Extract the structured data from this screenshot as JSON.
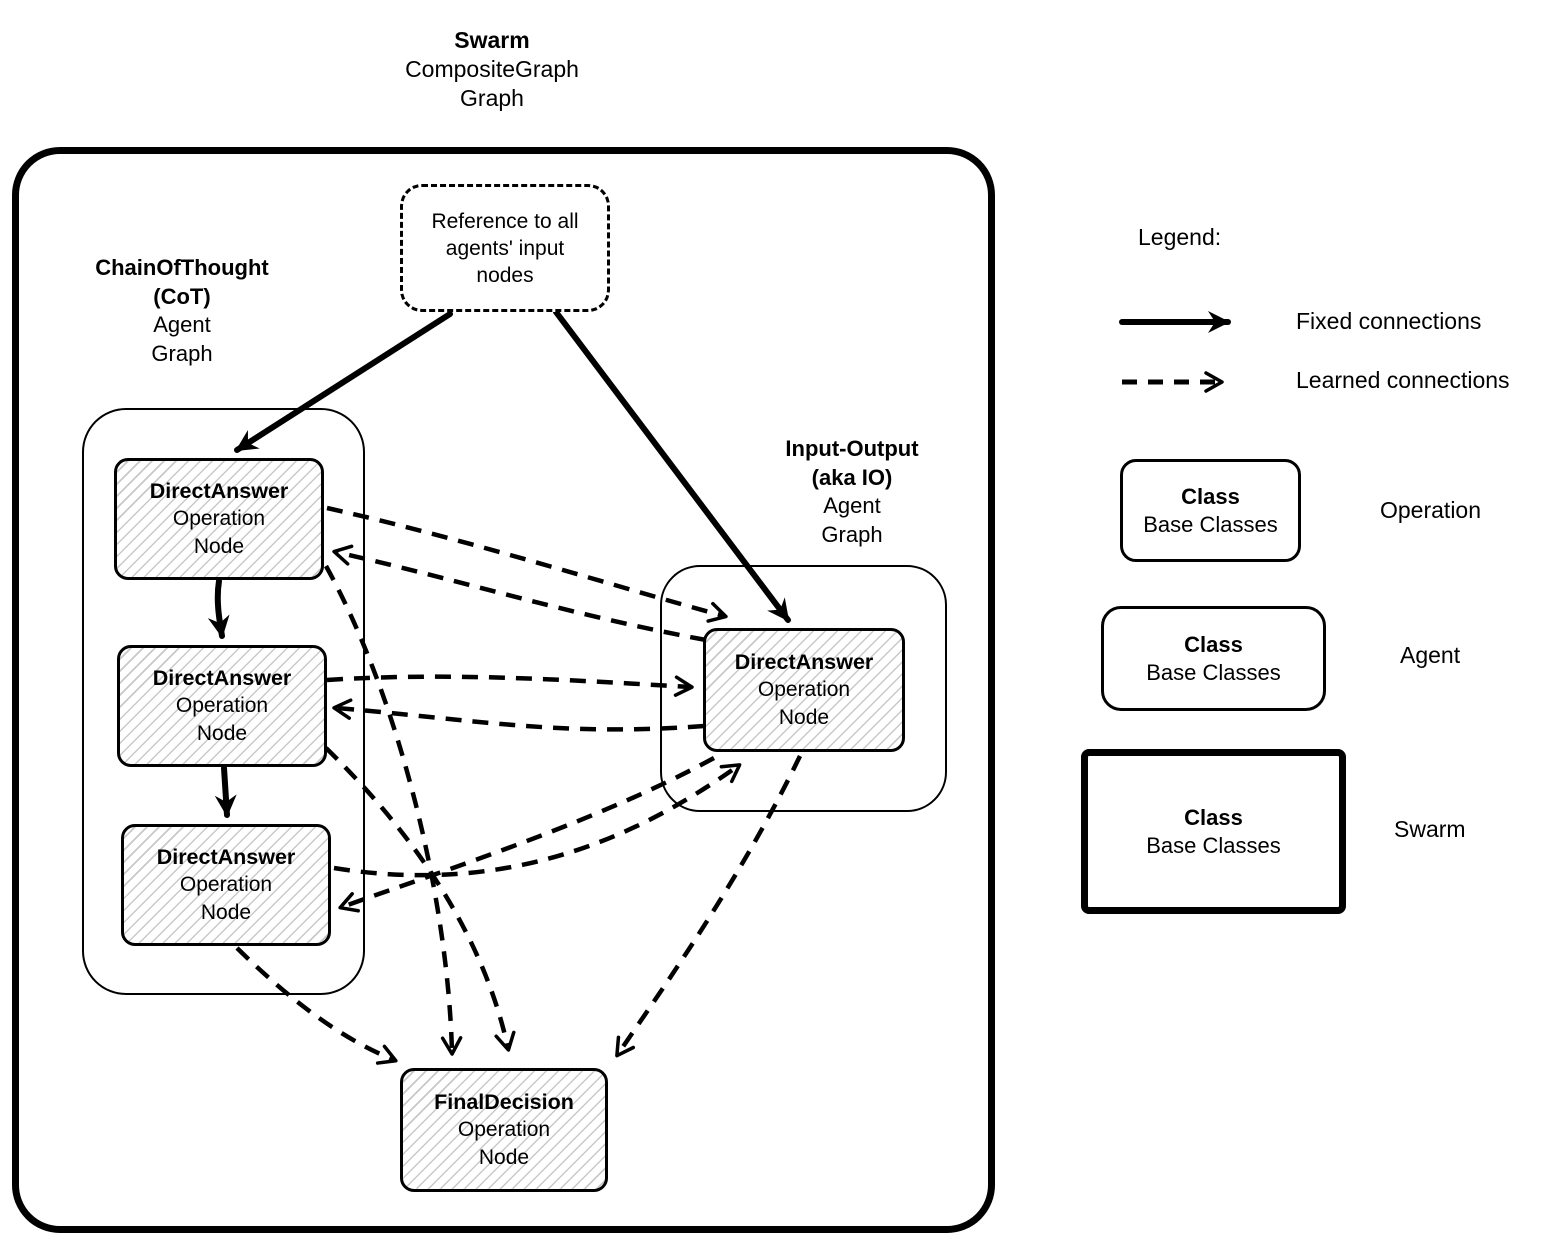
{
  "title": {
    "name": "Swarm",
    "class_name": "CompositeGraph",
    "kind": "Graph"
  },
  "reference_node": {
    "line1": "Reference to all",
    "line2": "agents' input",
    "line3": "nodes"
  },
  "cot_graph": {
    "title": "ChainOfThought",
    "subtitle": "(CoT)",
    "type": "Agent",
    "kind": "Graph",
    "nodes": [
      {
        "title": "DirectAnswer",
        "type": "Operation",
        "kind": "Node"
      },
      {
        "title": "DirectAnswer",
        "type": "Operation",
        "kind": "Node"
      },
      {
        "title": "DirectAnswer",
        "type": "Operation",
        "kind": "Node"
      }
    ]
  },
  "io_graph": {
    "title": "Input-Output",
    "subtitle": "(aka IO)",
    "type": "Agent",
    "kind": "Graph",
    "node": {
      "title": "DirectAnswer",
      "type": "Operation",
      "kind": "Node"
    }
  },
  "final_node": {
    "title": "FinalDecision",
    "type": "Operation",
    "kind": "Node"
  },
  "legend": {
    "heading": "Legend:",
    "connections": [
      {
        "style": "solid",
        "label": "Fixed connections"
      },
      {
        "style": "dashed",
        "label": "Learned connections"
      }
    ],
    "classes": [
      {
        "box_title": "Class",
        "box_subtitle": "Base Classes",
        "label": "Operation",
        "style": "hatched"
      },
      {
        "box_title": "Class",
        "box_subtitle": "Base Classes",
        "label": "Agent",
        "style": "plain"
      },
      {
        "box_title": "Class",
        "box_subtitle": "Base Classes",
        "label": "Swarm",
        "style": "thick-border"
      }
    ]
  },
  "colors": {
    "ink": "#000000",
    "hatch": "#c9c9c9",
    "background": "#ffffff"
  }
}
